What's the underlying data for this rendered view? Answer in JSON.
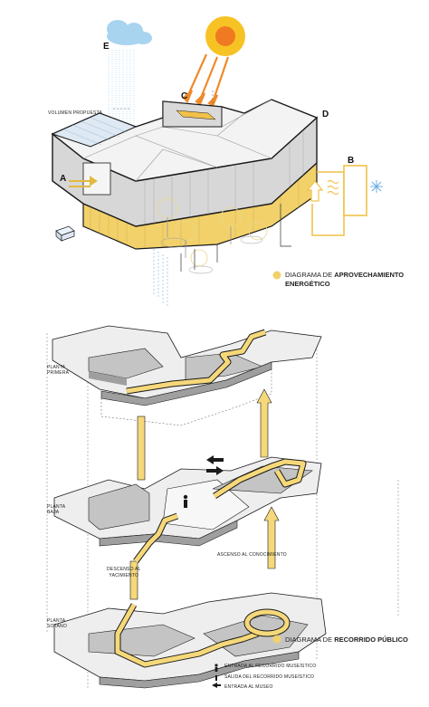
{
  "colors": {
    "accent_yellow": "#f2d16b",
    "path_yellow": "#f5d87a",
    "sun_outer": "#f7c324",
    "sun_inner": "#ef7a22",
    "sun_rays": "#ef8a2a",
    "cloud": "#a8d4f0",
    "slab_grey": "#bdbdbd",
    "slab_light": "#ececec",
    "line": "#1a1a1a"
  },
  "top_diagram": {
    "markers": {
      "a": "A",
      "b": "B",
      "c": "C",
      "d": "D",
      "e": "E"
    },
    "volume_label": "VOLUMEN PROPUESTA",
    "icons": [
      "cloud-icon",
      "sun-icon",
      "wave-icon",
      "snowflake-icon"
    ]
  },
  "legend_energy": {
    "title_pre": "DIAGRAMA DE ",
    "title_bold": "APROVECHAMIENTO",
    "title_line2": "ENERGÉTICO"
  },
  "bottom_diagram": {
    "levels": {
      "first": [
        "PLANTA",
        "PRIMERA"
      ],
      "ground": [
        "PLANTA",
        "BAJA"
      ],
      "basement": [
        "PLANTA",
        "SOTANO"
      ]
    },
    "annotations": {
      "descent": [
        "DESCENSO AL",
        "YACIMIENTO"
      ],
      "ascent": "ASCENSO AL CONOCIMIENTO"
    },
    "icons": [
      "person-icon",
      "arrow-left-icon",
      "arrow-right-icon"
    ]
  },
  "legend_route": {
    "title_pre": "DIAGRAMA DE ",
    "title_bold": "RECORRIDO PÚBLICO",
    "items": [
      {
        "icon": "person-icon",
        "text": "ENTRADA AL RECORRIDO MUSEÍSTICO"
      },
      {
        "icon": "bar-icon",
        "text": "SALIDA DEL RECORRIDO MUSEÍSTICO"
      },
      {
        "icon": "arrow-icon",
        "text": "ENTRADA AL MUSEO"
      }
    ]
  }
}
